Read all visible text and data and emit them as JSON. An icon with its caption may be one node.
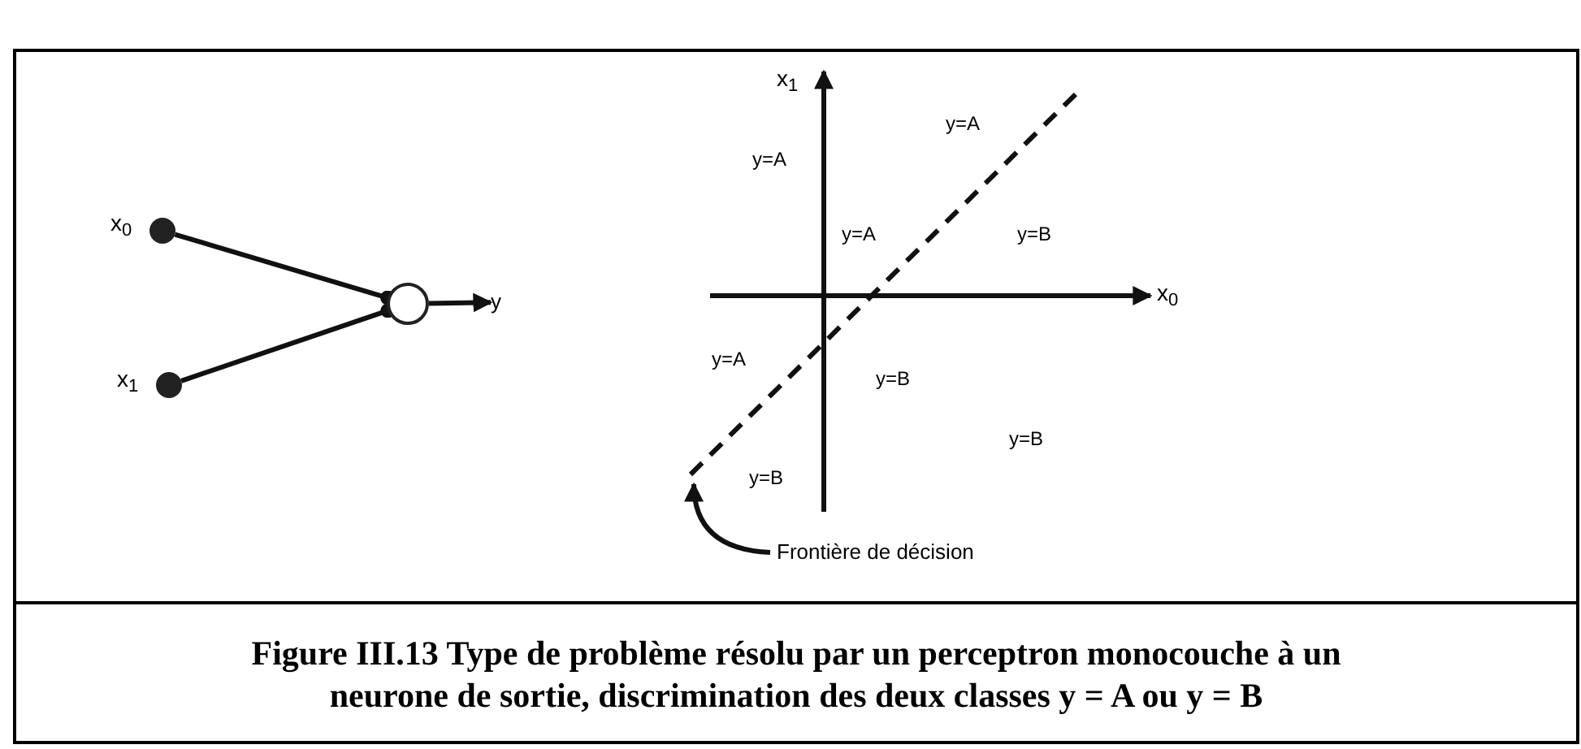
{
  "diagram": {
    "caption": "Figure III.13 Type de problème résolu par un perceptron monocouche à un neurone de sortie, discrimination des deux classes y = A ou y = B",
    "nodes": [
      {
        "text": [],
        "shape": "circle",
        "beside": [
          "x$_{0}$"
        ]
      },
      {
        "text": [],
        "shape": "circle",
        "beside": [
          "x$_{1}$"
        ]
      },
      {
        "text": [],
        "shape": "circle"
      },
      {
        "text": [
          "y"
        ]
      },
      {
        "text": [
          "Frontière de décision"
        ]
      },
      {
        "text": [],
        "shape": "line"
      }
    ],
    "edges": [
      {
        "from": 0,
        "to": 2,
        "arrow": "other"
      },
      {
        "from": 1,
        "to": 2,
        "arrow": "other"
      },
      {
        "from": 2,
        "to": 3,
        "arrow": "to"
      },
      {
        "from": 4,
        "to": 5,
        "arrow": "to"
      }
    ],
    "labels": [
      "x$_{1}$",
      "y=A",
      "y=A",
      "y=A",
      "y=B",
      "x$_{0}$",
      "y=A",
      "y=B",
      "y=B",
      "y=B"
    ]
  }
}
